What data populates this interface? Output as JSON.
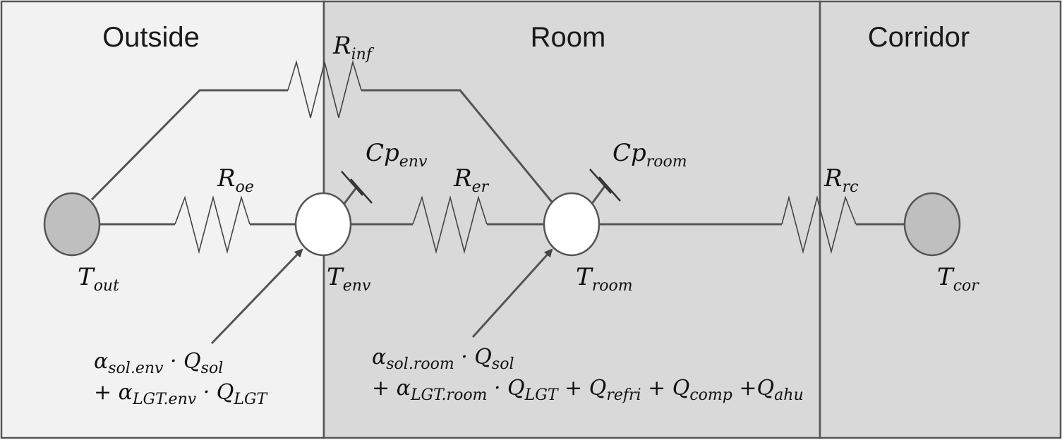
{
  "zones": {
    "outside": "Outside",
    "room": "Room",
    "corridor": "Corridor"
  },
  "resistors": {
    "r_inf": {
      "main": "R",
      "sub": "inf"
    },
    "r_oe": {
      "main": "R",
      "sub": "oe"
    },
    "r_er": {
      "main": "R",
      "sub": "er"
    },
    "r_rc": {
      "main": "R",
      "sub": "rc"
    }
  },
  "capacitors": {
    "cp_env": {
      "main": "Cp",
      "sub": "env"
    },
    "cp_room": {
      "main": "Cp",
      "sub": "room"
    }
  },
  "nodes": {
    "t_out": {
      "main": "T",
      "sub": "out"
    },
    "t_env": {
      "main": "T",
      "sub": "env"
    },
    "t_room": {
      "main": "T",
      "sub": "room"
    },
    "t_cor": {
      "main": "T",
      "sub": "cor"
    }
  },
  "heat_env": {
    "line1_a": "α",
    "line1_a_sub": "sol.env",
    "line1_dot": " · Q",
    "line1_q_sub": "sol",
    "line2_plus": "+ α",
    "line2_a_sub": "LGT.env",
    "line2_dot": " · Q",
    "line2_q_sub": "LGT"
  },
  "heat_room": {
    "line1_a": "α",
    "line1_a_sub": "sol.room",
    "line1_dot": " · Q",
    "line1_q_sub": "sol",
    "line2_plus": "+ α",
    "line2_a_sub": "LGT.room",
    "line2_dot": " · Q",
    "line2_q_sub": "LGT",
    "line2_p1": " + Q",
    "line2_s1": "refri",
    "line2_p2": " + Q",
    "line2_s2": "comp",
    "line2_p3": " +Q",
    "line2_s3": "ahu"
  },
  "colors": {
    "outside_bg": "#f2f2f2",
    "room_bg": "#d9d9d9",
    "corridor_bg": "#d9d9d9",
    "boundary_node": "#bfbfbf",
    "internal_node": "#ffffff"
  }
}
